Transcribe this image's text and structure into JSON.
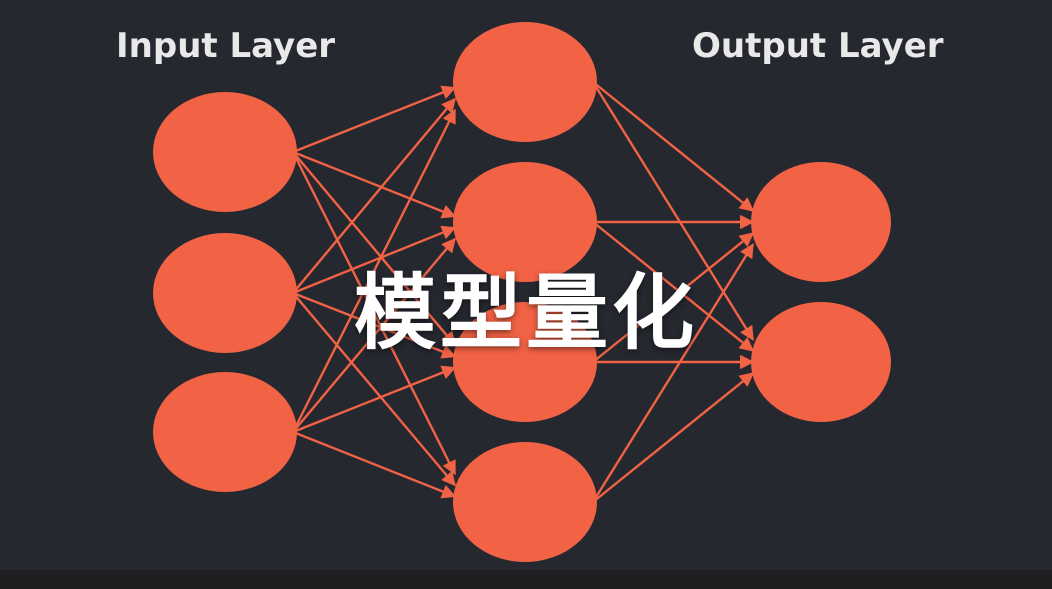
{
  "diagram": {
    "input_label": "Input Layer",
    "output_label": "Output Layer",
    "overlay_title": "模型量化",
    "node_color": "#f26245",
    "edge_color": "#f26245",
    "background_color": "#262830",
    "layers": [
      {
        "name": "input",
        "node_count": 3
      },
      {
        "name": "hidden",
        "node_count": 4
      },
      {
        "name": "output",
        "node_count": 2
      }
    ],
    "connectivity": "fully-connected"
  }
}
